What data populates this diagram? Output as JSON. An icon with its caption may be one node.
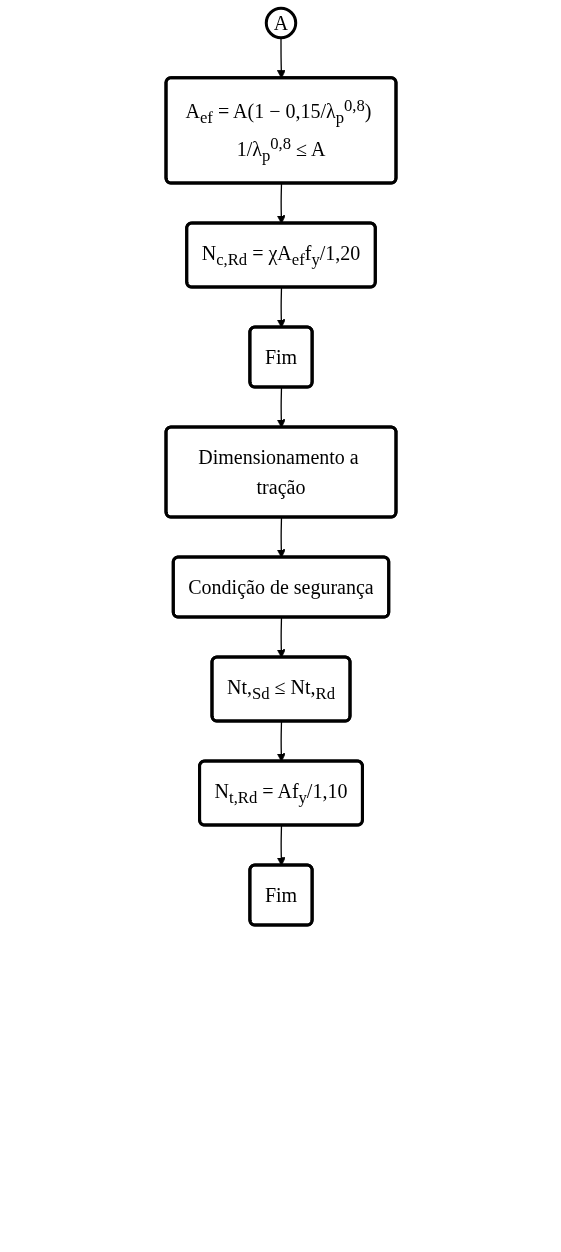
{
  "diagram": {
    "nodes": [
      {
        "text": [
          "A"
        ]
      },
      {
        "text": [
          "A$_{ef}$ = A(1 − 0,15/λ$_{p}$$^{0,8}$) 1/λ$_{p}$$^{0,8}$ ≤ A"
        ]
      },
      {
        "text": [
          "N$_{c,Rd}$ = χA$_{ef}$f$_{y}$/1,20"
        ]
      },
      {
        "text": [
          "Fim"
        ]
      },
      {
        "text": [
          "Dimensionamento a tração"
        ]
      },
      {
        "text": [
          "Condição de segurança"
        ]
      },
      {
        "text": [
          "Nt,$_{Sd}$ ≤ Nt,$_{Rd}$"
        ]
      },
      {
        "text": [
          "N$_{t,Rd}$ = Af$_{y}$/1,10"
        ]
      },
      {
        "text": [
          "Fim"
        ]
      }
    ],
    "edges": [
      {
        "from": 0,
        "to": 1,
        "arrow": "to"
      },
      {
        "from": 1,
        "to": 2,
        "arrow": "to"
      },
      {
        "from": 2,
        "to": 3,
        "arrow": "to"
      },
      {
        "from": 3,
        "to": 4,
        "arrow": "to"
      },
      {
        "from": 4,
        "to": 5,
        "arrow": "to"
      },
      {
        "from": 5,
        "to": 6,
        "arrow": "to"
      },
      {
        "from": 6,
        "to": 7,
        "arrow": "to"
      },
      {
        "from": 7,
        "to": 8,
        "arrow": "to"
      }
    ]
  }
}
